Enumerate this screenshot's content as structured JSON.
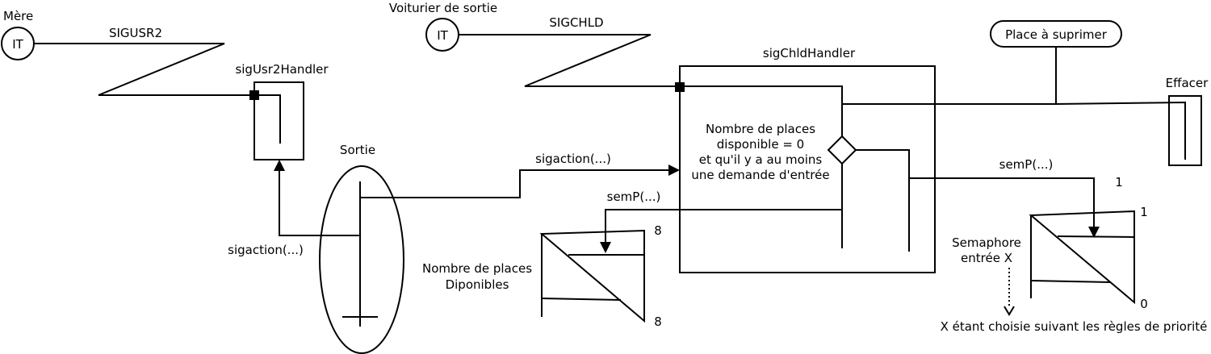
{
  "labels": {
    "mere": "Mère",
    "voiturier": "Voiturier de sortie",
    "it1": "IT",
    "it2": "IT",
    "sigusr2": "SIGUSR2",
    "sigchld": "SIGCHLD",
    "sigusr2handler": "sigUsr2Handler",
    "sigchldhandler": "sigChldHandler",
    "sortie": "Sortie",
    "sigaction_left": "sigaction(...)",
    "sigaction_mid": "sigaction(...)",
    "semp_mid": "semP(...)",
    "semp_right": "semP(...)",
    "condition": [
      "Nombre de places",
      "disponible = 0",
      "et qu'il y a au moins",
      "une demande d'entrée"
    ],
    "places_dispo": [
      "Nombre de places",
      "Diponibles"
    ],
    "sem8_top": "8",
    "sem8_bottom": "8",
    "place_a_supprimer": "Place à suprimer",
    "effacer": "Effacer",
    "semaphore_entree": [
      "Semaphore",
      "entrée X"
    ],
    "num1_left": "1",
    "num1_right": "1",
    "num0": "0",
    "footnote": "X étant choisie suivant les règles de priorité"
  }
}
